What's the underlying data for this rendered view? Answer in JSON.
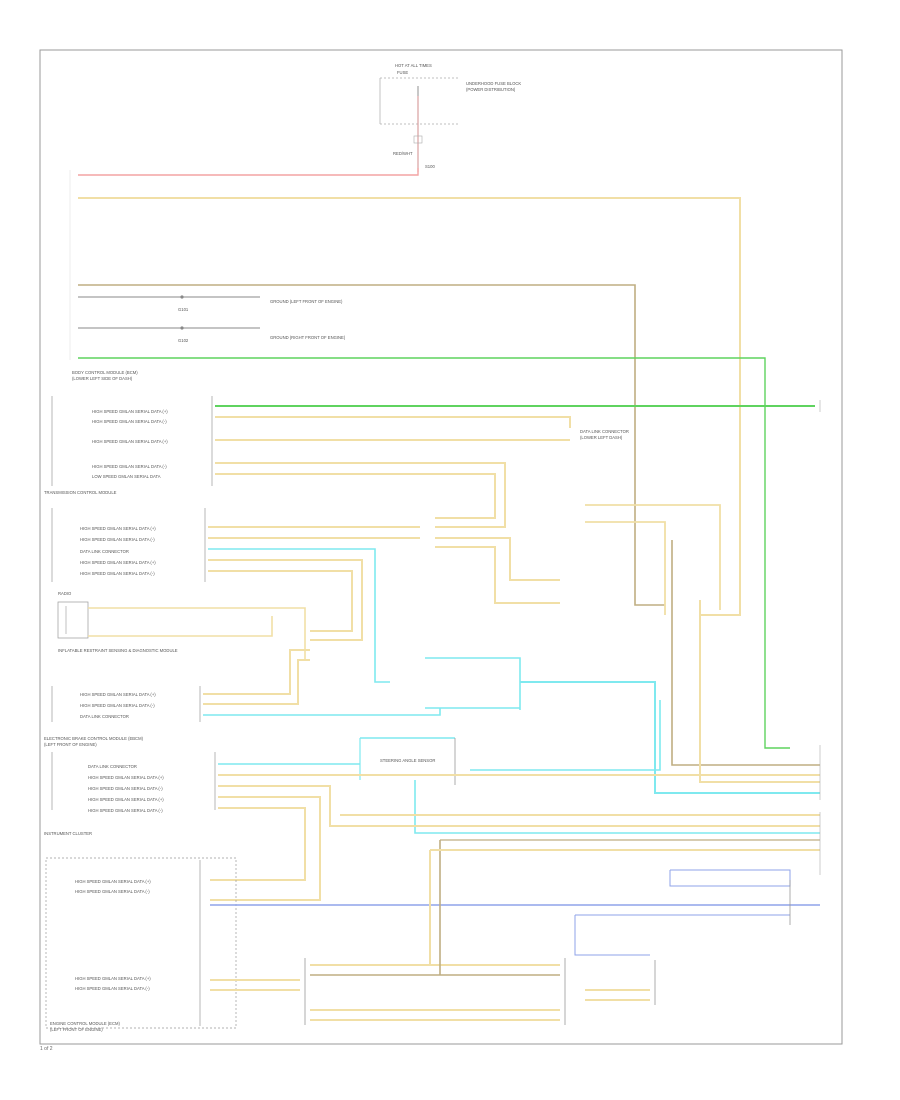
{
  "colors": {
    "red": "#f3a4a4",
    "tan": "#f1dfa6",
    "brown": "#bfae82",
    "green": "#5fd35f",
    "cyan": "#7fe9ef",
    "blue": "#8fa3ea",
    "yellow": "#f3e6a6",
    "dark": "#7a7a7a",
    "light": "#c9c9c9"
  },
  "labels": {
    "top_fuse": "HOT AT ALL TIMES",
    "top_fuse_sub": "FUSE",
    "top_block": "UNDERHOOD FUSE BLOCK",
    "top_block2": "(POWER DISTRIBUTION)",
    "splice_top": "S100",
    "wire_red_top": "RED/WHT",
    "g_node_1": "G101",
    "g_node_2": "G102",
    "ground_label_1": "GROUND (LEFT FRONT OF ENGINE)",
    "ground_label_2": "GROUND (RIGHT FRONT OF ENGINE)",
    "body_control": "BODY CONTROL MODULE (BCM)",
    "body_control2": "(LOWER LEFT SIDE OF DASH)",
    "hs_lan_1": "HIGH SPEED GMLAN SERIAL DATA (+)",
    "hs_lan_2": "HIGH SPEED GMLAN SERIAL DATA (-)",
    "ls_lan": "LOW SPEED GMLAN SERIAL DATA",
    "dlc": "DATA LINK CONNECTOR",
    "dlc_sub": "(LOWER LEFT DASH)",
    "tcm": "TRANSMISSION CONTROL MODULE",
    "inflatable": "INFLATABLE RESTRAINT SENSING & DIAGNOSTIC MODULE",
    "ecm": "ENGINE CONTROL MODULE (ECM)",
    "ecm2": "(LEFT FRONT OF ENGINE)",
    "ebcm": "ELECTRONIC BRAKE CONTROL MODULE (EBCM)",
    "ebcm2": "(LEFT FRONT OF ENGINE)",
    "instrument": "INSTRUMENT CLUSTER",
    "radio": "RADIO",
    "steering": "STEERING ANGLE SENSOR",
    "footer": "1 of 2"
  }
}
